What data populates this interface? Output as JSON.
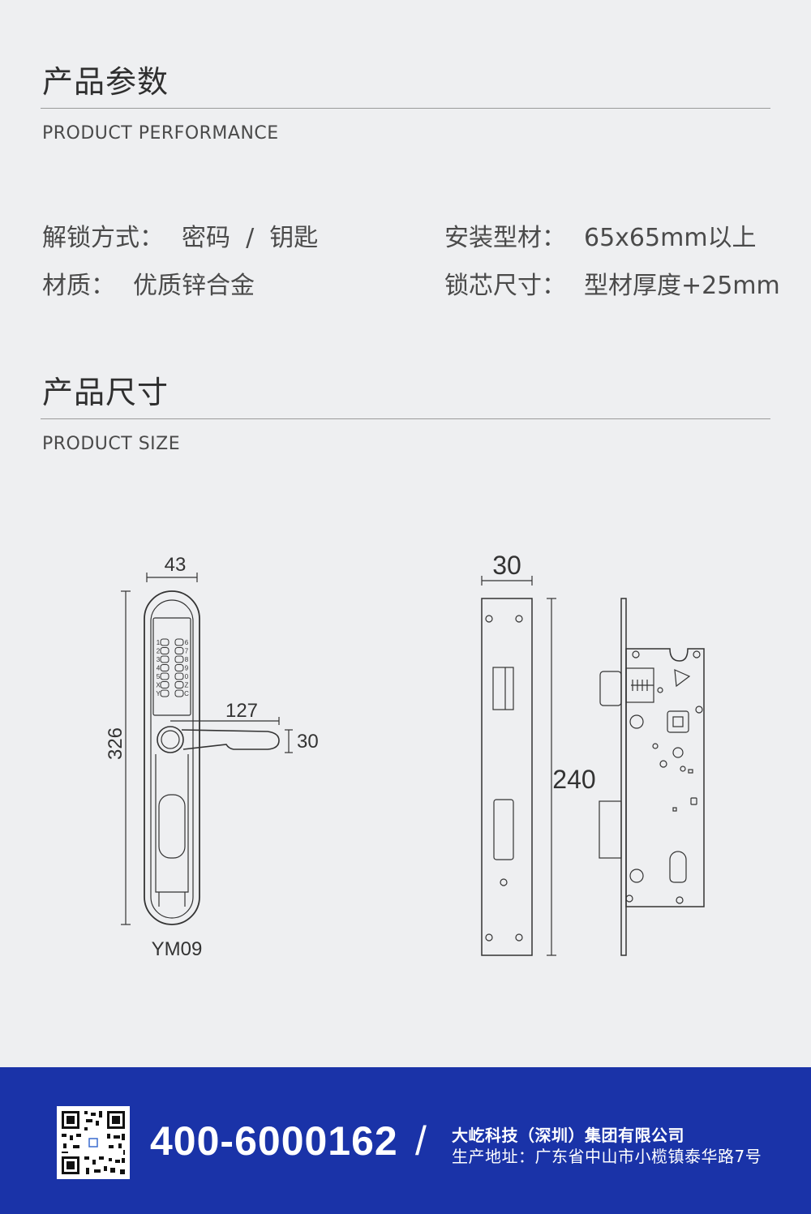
{
  "performance": {
    "title": "产品参数",
    "subtitle": "PRODUCT PERFORMANCE",
    "specs": [
      {
        "label": "解锁方式：",
        "value": "密码  /  钥匙"
      },
      {
        "label": "安装型材：",
        "value": "65x65mm以上"
      },
      {
        "label": "材质：",
        "value": "优质锌合金"
      },
      {
        "label": "锁芯尺寸：",
        "value": "型材厚度+25mm"
      }
    ]
  },
  "size": {
    "title": "产品尺寸",
    "subtitle": "PRODUCT SIZE",
    "handle": {
      "width": "43",
      "height": "326",
      "lever_length": "127",
      "lever_height": "30",
      "model": "YM09",
      "keypad_left": [
        "1",
        "2",
        "3",
        "4",
        "5",
        "X",
        "Y"
      ],
      "keypad_right": [
        "6",
        "7",
        "8",
        "9",
        "0",
        "Z",
        "C"
      ]
    },
    "lock_body": {
      "width": "30",
      "height": "240"
    }
  },
  "footer": {
    "phone": "400-6000162",
    "separator": "/",
    "company": "大屹科技（深圳）集团有限公司",
    "address": "生产地址：广东省中山市小榄镇泰华路7号"
  },
  "colors": {
    "background": "#eeeff1",
    "footer": "#1a33a8"
  },
  "icons": [
    "qr-code-icon"
  ]
}
